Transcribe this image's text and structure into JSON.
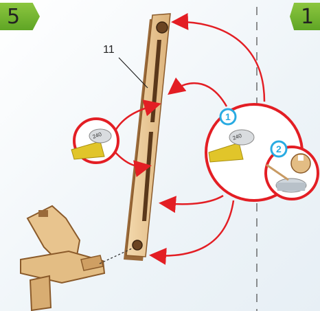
{
  "step_left": "5",
  "step_right": "1",
  "part_label": "11",
  "sandpaper_grit": "240",
  "sub_steps": [
    "1",
    "2"
  ],
  "colors": {
    "arrow": "#e31e24",
    "badge": "#7ab832",
    "wood": "#e9c896",
    "number_circle": "#29abe2"
  }
}
